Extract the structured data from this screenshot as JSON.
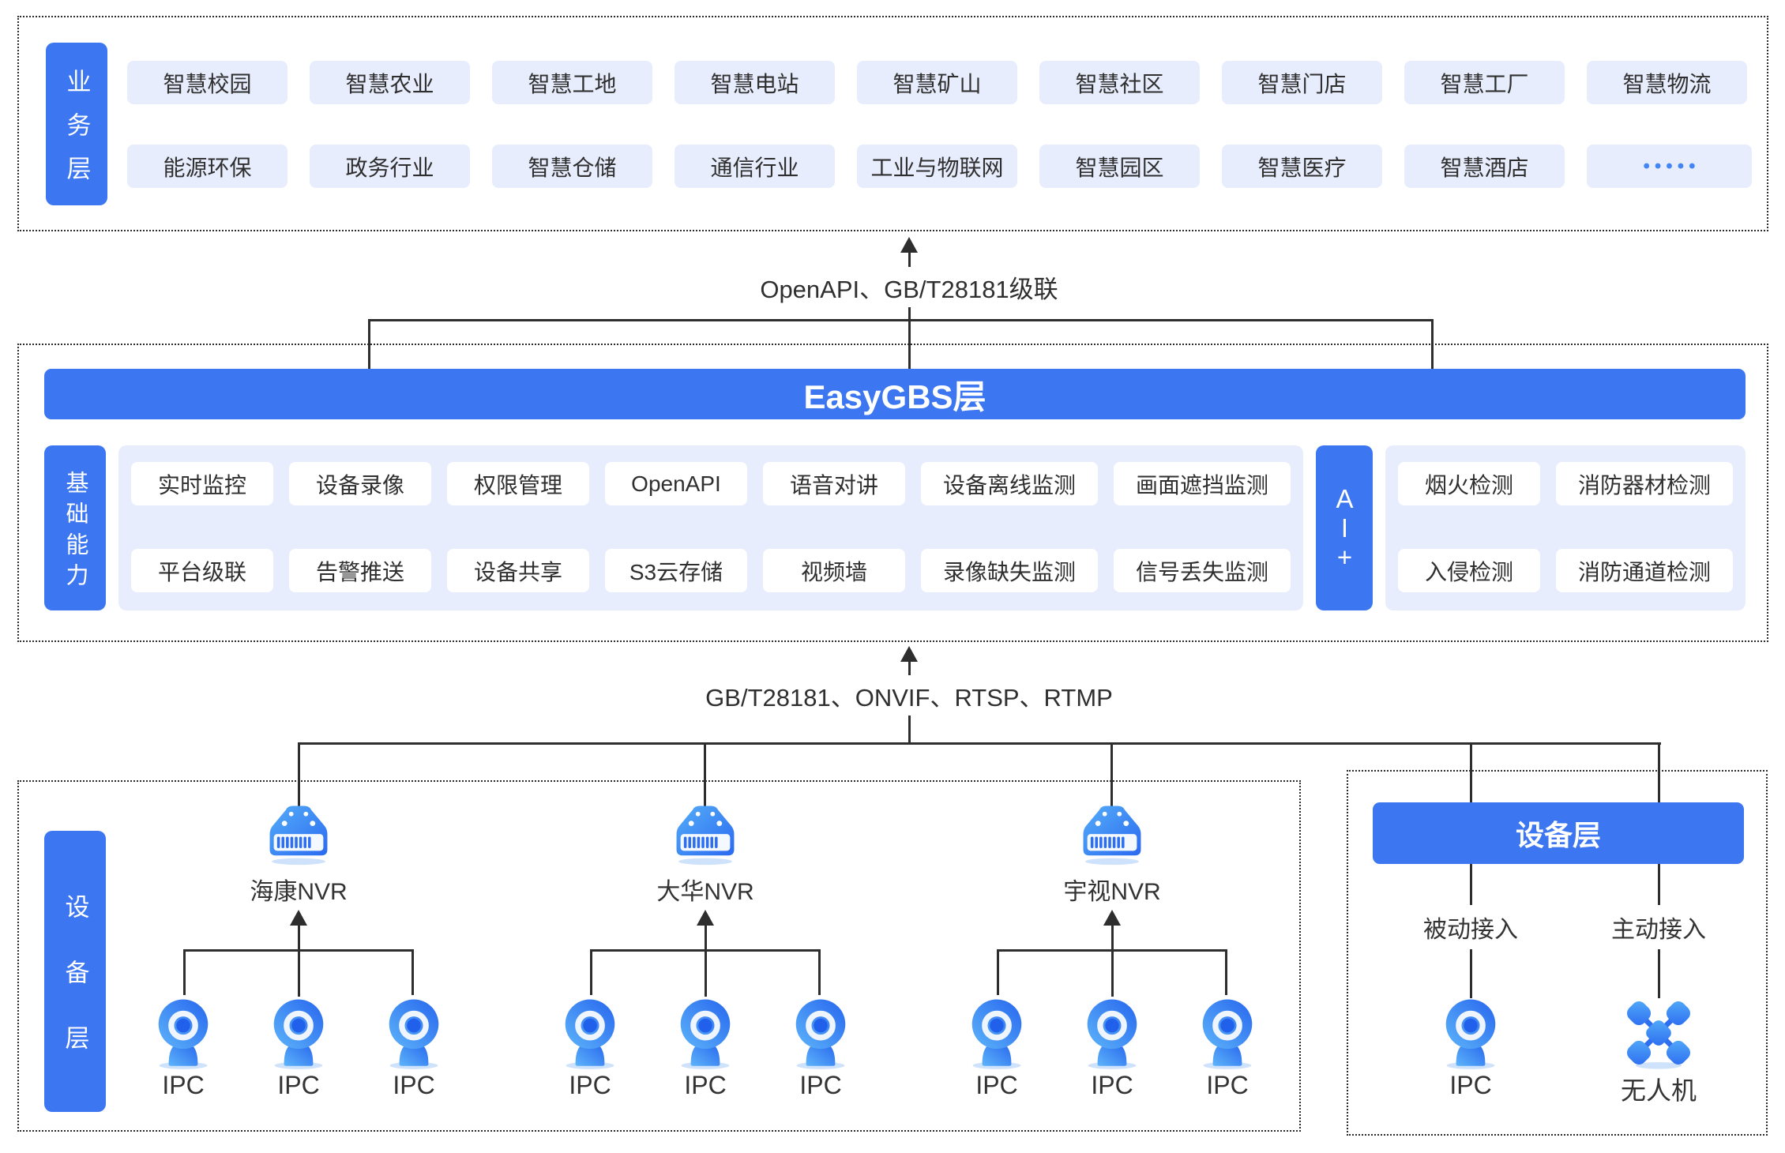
{
  "colors": {
    "primary": "#3c76f1",
    "chip_bg": "#e7edfc",
    "chip_text": "#2f2f2f",
    "line": "#2e2e2e",
    "dots_accent": "#4285f4",
    "icon_blue_light": "#4fa9f8",
    "icon_blue_dark": "#2b6af0"
  },
  "business": {
    "label": "业务层",
    "row1": [
      "智慧校园",
      "智慧农业",
      "智慧工地",
      "智慧电站",
      "智慧矿山",
      "智慧社区",
      "智慧门店",
      "智慧工厂",
      "智慧物流"
    ],
    "row2": [
      "能源环保",
      "政务行业",
      "智慧仓储",
      "通信行业",
      "工业与物联网",
      "智慧园区",
      "智慧医疗",
      "智慧酒店",
      "•••••"
    ]
  },
  "connectors": {
    "top": {
      "label": "OpenAPI、GB/T28181级联"
    },
    "bottom": {
      "label": "GB/T28181、ONVIF、RTSP、RTMP"
    }
  },
  "platform": {
    "title": "EasyGBS层",
    "capability_label": "基础能力",
    "cap_row1": [
      "实时监控",
      "设备录像",
      "权限管理",
      "OpenAPI",
      "语音对讲",
      "设备离线监测",
      "画面遮挡监测"
    ],
    "cap_row2": [
      "平台级联",
      "告警推送",
      "设备共享",
      "S3云存储",
      "视频墙",
      "录像缺失监测",
      "信号丢失监测"
    ],
    "ai_label": "AI+",
    "ai_row1": [
      "烟火检测",
      "消防器材检测"
    ],
    "ai_row2": [
      "入侵检测",
      "消防通道检测"
    ]
  },
  "devices_left": {
    "label": "设备层",
    "groups": [
      {
        "nvr": "海康NVR",
        "cameras": [
          "IPC",
          "IPC",
          "IPC"
        ]
      },
      {
        "nvr": "大华NVR",
        "cameras": [
          "IPC",
          "IPC",
          "IPC"
        ]
      },
      {
        "nvr": "宇视NVR",
        "cameras": [
          "IPC",
          "IPC",
          "IPC"
        ]
      }
    ]
  },
  "devices_right": {
    "title": "设备层",
    "passive_label": "被动接入",
    "passive_device": "IPC",
    "active_label": "主动接入",
    "active_device": "无人机"
  }
}
